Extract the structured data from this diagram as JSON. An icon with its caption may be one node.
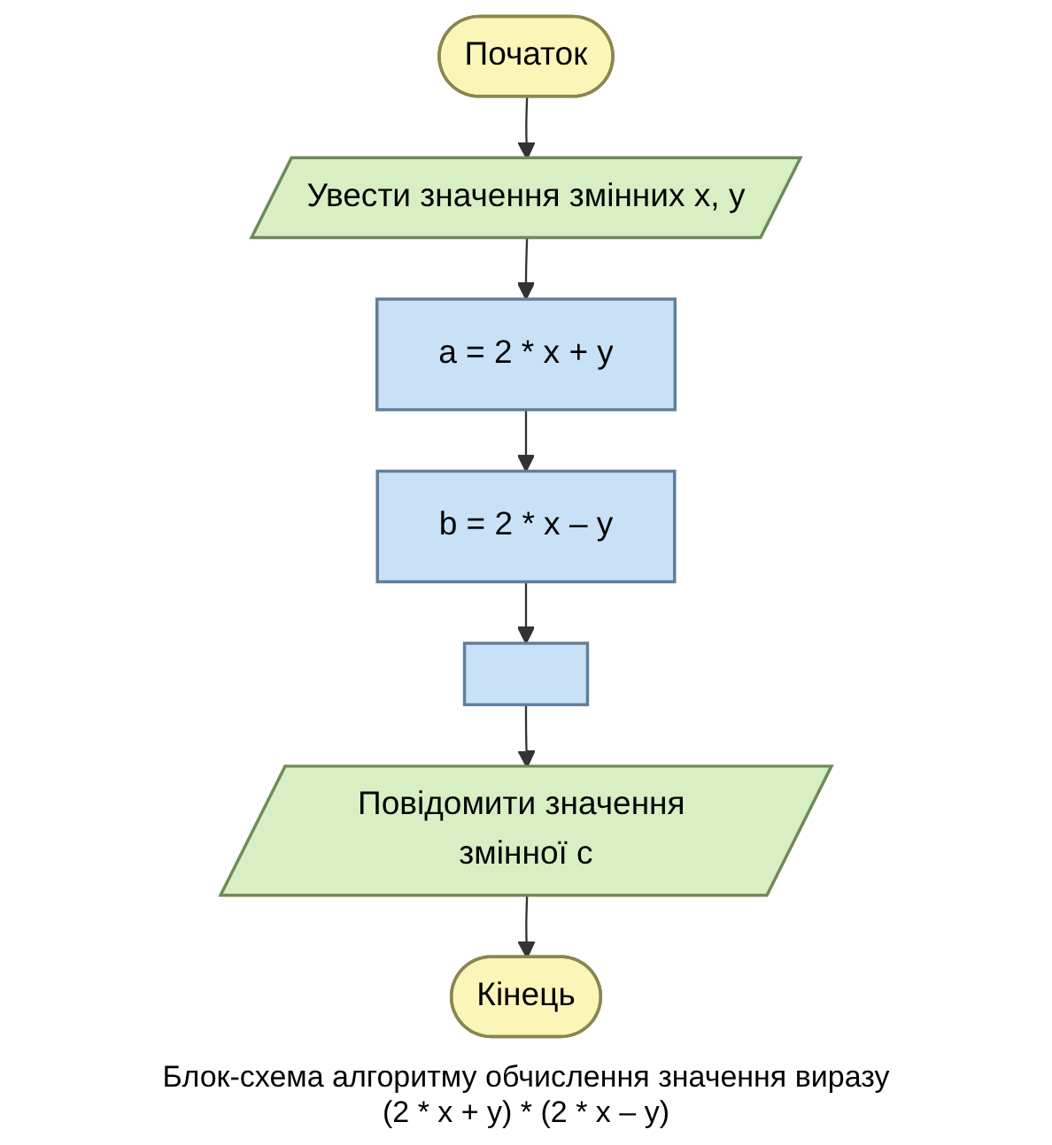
{
  "diagram": {
    "caption": "Блок-схема алгоритму обчислення значення виразу (2 * x + y) * (2 * x – y)",
    "nodes": [
      {
        "text": [
          "Початок"
        ]
      },
      {
        "text": [
          "Увести значення змінних x, y"
        ]
      },
      {
        "text": [
          "a = 2 * x + y"
        ]
      },
      {
        "text": [
          "b = 2 * x – y"
        ]
      },
      {
        "text": [],
        "shape": "box"
      },
      {
        "text": [
          "Повідомити значення змінної c"
        ]
      },
      {
        "text": [
          "Кінець"
        ]
      }
    ],
    "edges": [
      {
        "from": 0,
        "to": 1,
        "arrow": "to"
      },
      {
        "from": 1,
        "to": 2,
        "arrow": "to"
      },
      {
        "from": 2,
        "to": 3,
        "arrow": "to"
      },
      {
        "from": 3,
        "to": 4,
        "arrow": "to"
      },
      {
        "from": 4,
        "to": 5,
        "arrow": "to"
      },
      {
        "from": 5,
        "to": 6,
        "arrow": "to"
      }
    ]
  }
}
